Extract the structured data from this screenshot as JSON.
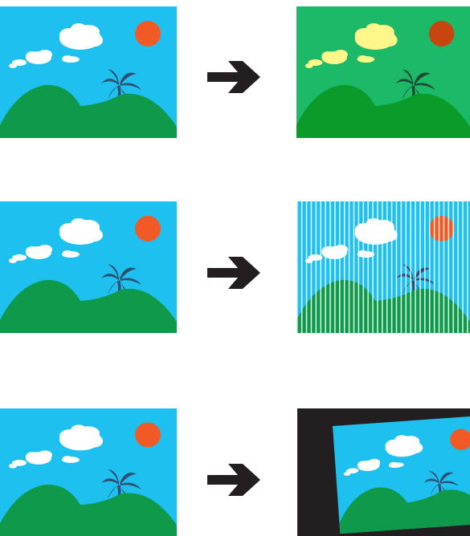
{
  "palette": {
    "sky": "#1ec0ef",
    "hill": "#0e9a4a",
    "sun": "#f15a24",
    "cloud": "#ffffff",
    "palm": "#2e4f72",
    "arrow": "#231f20",
    "tint_sky": "#1cb968",
    "tint_hill": "#0a9b2a",
    "tint_sun": "#c9450f",
    "tint_cloud": "#fff78a",
    "tint_palm": "#1f4a32",
    "frame_bg": "#231f20"
  },
  "rows": [
    {
      "source": "landscape-image",
      "transform": "color-shift",
      "icon": "right-arrow-icon"
    },
    {
      "source": "landscape-image",
      "transform": "vertical-stripes",
      "icon": "right-arrow-icon"
    },
    {
      "source": "landscape-image",
      "transform": "rotate-and-shrink",
      "icon": "right-arrow-icon"
    }
  ]
}
